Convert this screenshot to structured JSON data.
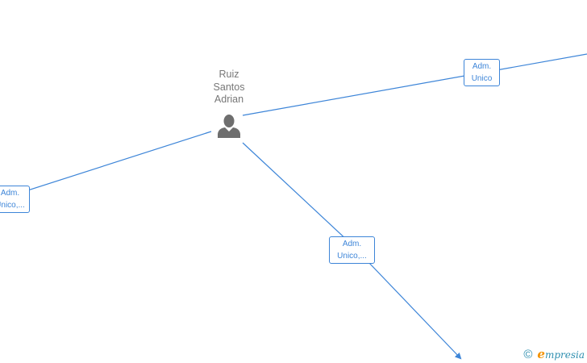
{
  "person": {
    "name_lines": [
      "Ruiz",
      "Santos",
      "Adrian"
    ],
    "icon": "person-icon"
  },
  "relations": [
    {
      "id": "role-right",
      "lines": [
        "Adm.",
        "Unico"
      ]
    },
    {
      "id": "role-left",
      "lines": [
        "Adm.",
        "Unico,..."
      ]
    },
    {
      "id": "role-bottom",
      "lines": [
        "Adm.",
        "Unico,..."
      ]
    }
  ],
  "watermark": {
    "copyright": "©",
    "brand_initial": "e",
    "brand_rest": "mpresia"
  },
  "colors": {
    "edge": "#3d85d8",
    "node_text": "#777777",
    "icon": "#6e6e6e",
    "brand_accent": "#f39200"
  }
}
